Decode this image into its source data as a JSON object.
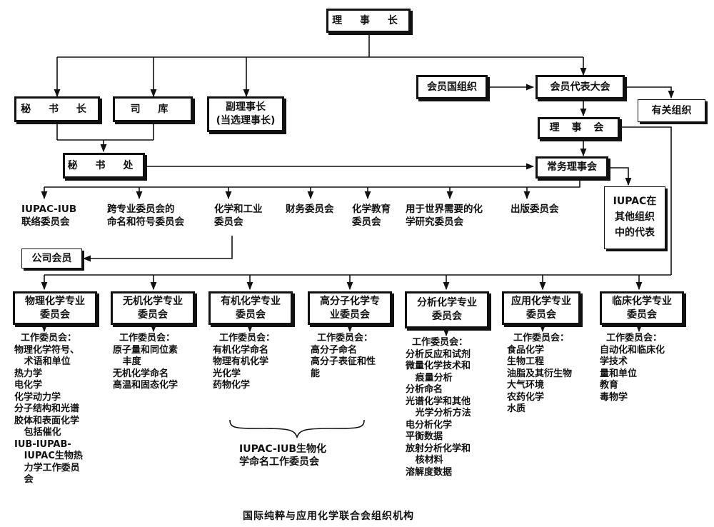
{
  "title_box": "理 事 长",
  "left": {
    "secretary_general": "秘 书 长",
    "treasurer": "司 库",
    "vice_president_line1": "副理事长",
    "vice_president_line2": "(当选理事长)",
    "secretariat": "秘 书 处"
  },
  "right": {
    "member_orgs": "会员国组织",
    "general_assembly": "会员代表大会",
    "related_orgs": "有关组织",
    "council": "理 事 会",
    "bureau": "常务理事会",
    "representation_line1": "IUPAC在",
    "representation_line2": "其他组织",
    "representation_line3": "中的代表"
  },
  "committees": [
    {
      "line1": "IUPAC-IUB",
      "line2": "联络委员会"
    },
    {
      "line1": "跨专业委员会的",
      "line2": "命名和符号委员会"
    },
    {
      "line1": "化学和工业",
      "line2": "委员会"
    },
    {
      "line1": "财务委员会",
      "line2": ""
    },
    {
      "line1": "化学教育",
      "line2": "委员会"
    },
    {
      "line1": "用于世界需要的化",
      "line2": "学研究委员会"
    },
    {
      "line1": "出版委员会",
      "line2": ""
    }
  ],
  "company_members": "公司会员",
  "divisions": [
    {
      "line1": "物理化学专业",
      "line2": "委员会",
      "wg_head": "工作委员会：",
      "wg": [
        "物理化学符号、",
        "  术语和单位",
        "热力学",
        "电化学",
        "化学动力学",
        "分子结构和光谱",
        "胶体和表面化学",
        "  包括催化",
        "IUB-IUPAB-",
        "  IUPAC生物热",
        "  力学工作委员",
        "  会"
      ]
    },
    {
      "line1": "无机化学专业",
      "line2": "委员会",
      "wg_head": "工作委员会：",
      "wg": [
        "原子量和同位素",
        "  丰度",
        "无机化学命名",
        "高温和固态化学"
      ]
    },
    {
      "line1": "有机化学专业",
      "line2": "委员会",
      "wg_head": "工作委员会：",
      "wg": [
        "有机化学命名",
        "物理有机化学",
        "光化学",
        "药物化学"
      ]
    },
    {
      "line1": "高分子化学专",
      "line2": "业委员会",
      "wg_head": "工作委员会：",
      "wg": [
        "高分子命名",
        "高分子表征和性",
        "能"
      ]
    },
    {
      "line1": "分析化学专业",
      "line2": "委员会",
      "wg_head": "工作委员会：",
      "wg": [
        "分析反应和试剂",
        "微量化学技术和",
        "  痕量分析",
        "分析命名",
        "光谱化学和其他",
        "  光学分析方法",
        "电分析化学",
        "平衡数据",
        "放射分析化学和",
        "  核材料",
        "溶解度数据"
      ]
    },
    {
      "line1": "应用化学专业",
      "line2": "委员会",
      "wg_head": "工作委员会：",
      "wg": [
        "食品化学",
        "生物工程",
        "油脂及其衍生物",
        "大气环境",
        "农药化学",
        "水质"
      ]
    },
    {
      "line1": "临床化学专业",
      "line2": "委员会",
      "wg_head": "工作委员会：",
      "wg": [
        "自动化和临床化",
        "学技术",
        "量和单位",
        "教育",
        "毒物学"
      ]
    }
  ],
  "joint_commission_line1": "IUPAC-IUB生物化",
  "joint_commission_line2": "学命名工作委员会",
  "caption": "国际纯粹与应用化学联合会组织机构"
}
